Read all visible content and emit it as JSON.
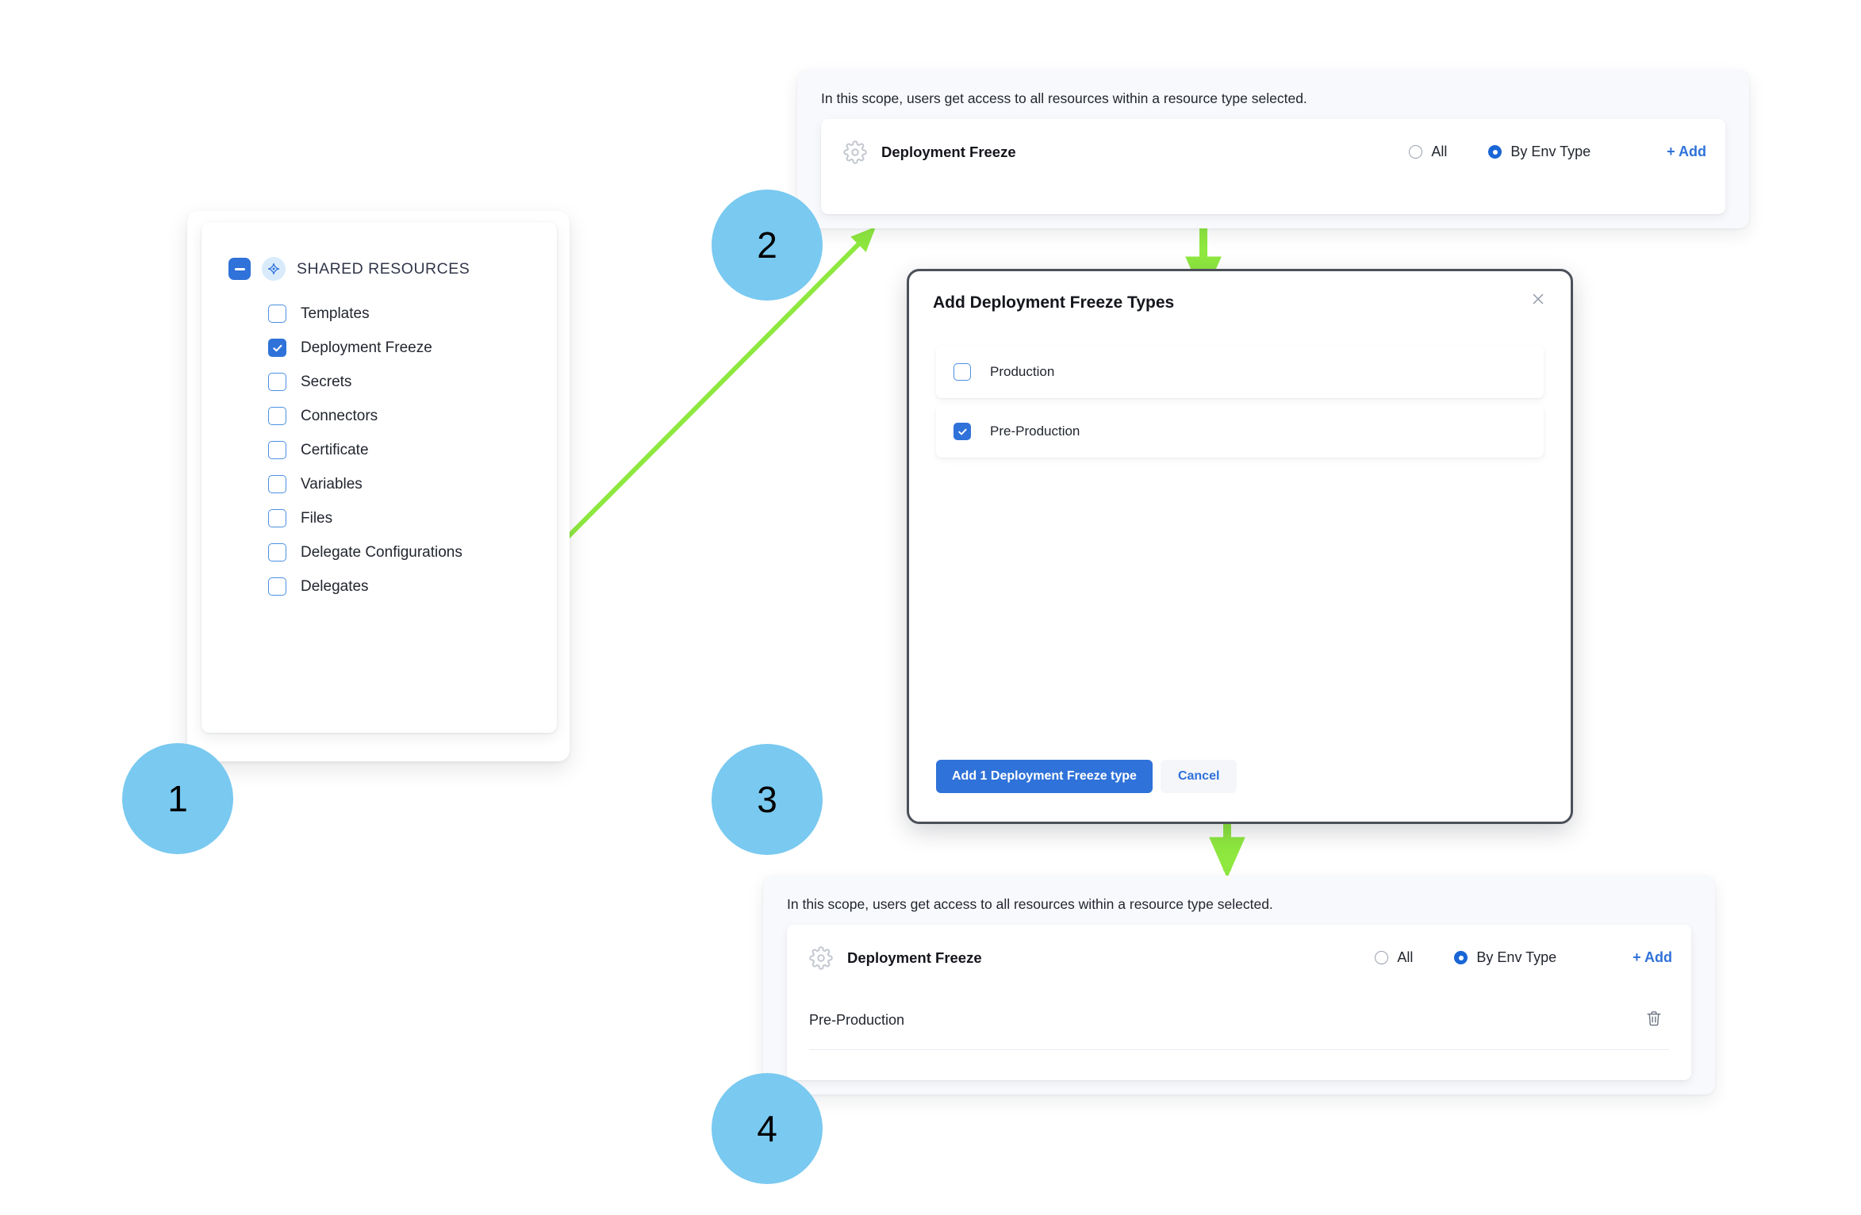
{
  "steps": [
    {
      "number": "1"
    },
    {
      "number": "2"
    },
    {
      "number": "3"
    },
    {
      "number": "4"
    }
  ],
  "colors": {
    "step_circle": "#79c9f0",
    "arrow_green": "#8ee83f",
    "accent_blue": "#2f72d9",
    "radio_selected": "#1a66d6",
    "panel_bg": "#f8f9fc",
    "modal_border": "#4b5059"
  },
  "resource_tree": {
    "header": {
      "label": "SHARED RESOURCES",
      "toggle_icon": "minus-square-icon",
      "type_icon": "shared-resources-icon"
    },
    "items": [
      {
        "label": "Templates",
        "checked": false
      },
      {
        "label": "Deployment Freeze",
        "checked": true
      },
      {
        "label": "Secrets",
        "checked": false
      },
      {
        "label": "Connectors",
        "checked": false
      },
      {
        "label": "Certificate",
        "checked": false
      },
      {
        "label": "Variables",
        "checked": false
      },
      {
        "label": "Files",
        "checked": false
      },
      {
        "label": "Delegate Configurations",
        "checked": false
      },
      {
        "label": "Delegates",
        "checked": false
      }
    ]
  },
  "scope_panel_before": {
    "note": "In this scope, users get access to all resources within a resource type selected.",
    "resource": {
      "icon": "gear-icon",
      "title": "Deployment Freeze"
    },
    "options": [
      {
        "label": "All",
        "selected": false
      },
      {
        "label": "By Env Type",
        "selected": true
      }
    ],
    "add_label": "+ Add",
    "values": []
  },
  "modal": {
    "title": "Add Deployment Freeze Types",
    "close_icon": "close-icon",
    "items": [
      {
        "label": "Production",
        "checked": false
      },
      {
        "label": "Pre-Production",
        "checked": true
      }
    ],
    "primary_button": "Add 1 Deployment Freeze type",
    "cancel_button": "Cancel"
  },
  "scope_panel_after": {
    "note": "In this scope, users get access to all resources within a resource type selected.",
    "resource": {
      "icon": "gear-icon",
      "title": "Deployment Freeze"
    },
    "options": [
      {
        "label": "All",
        "selected": false
      },
      {
        "label": "By Env Type",
        "selected": true
      }
    ],
    "add_label": "+ Add",
    "values": [
      {
        "label": "Pre-Production",
        "delete_icon": "trash-icon"
      }
    ]
  }
}
